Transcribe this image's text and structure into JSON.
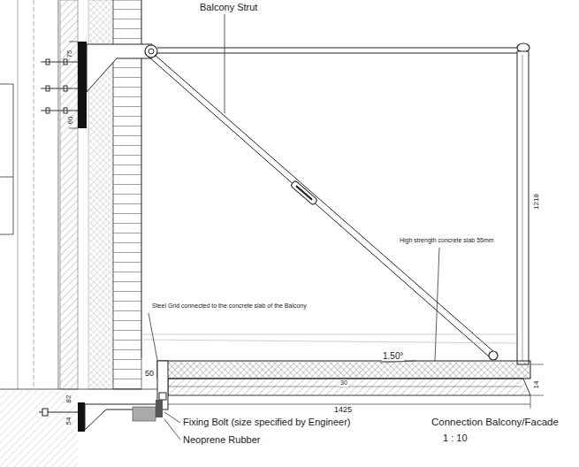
{
  "diagram": {
    "labels": [
      "Balcony Strut",
      "75",
      "60",
      "1218",
      "High strength concrete slab 55mm",
      "Steel Grid connected to the concrete slab of the Balcony",
      "1.50°",
      "50",
      "30",
      "82",
      "54",
      "1425",
      "14",
      "Fixing Bolt (size specified by Engineer)",
      "Neoprene Rubber",
      "Connection Balcony/Facade",
      "1 : 10"
    ]
  }
}
